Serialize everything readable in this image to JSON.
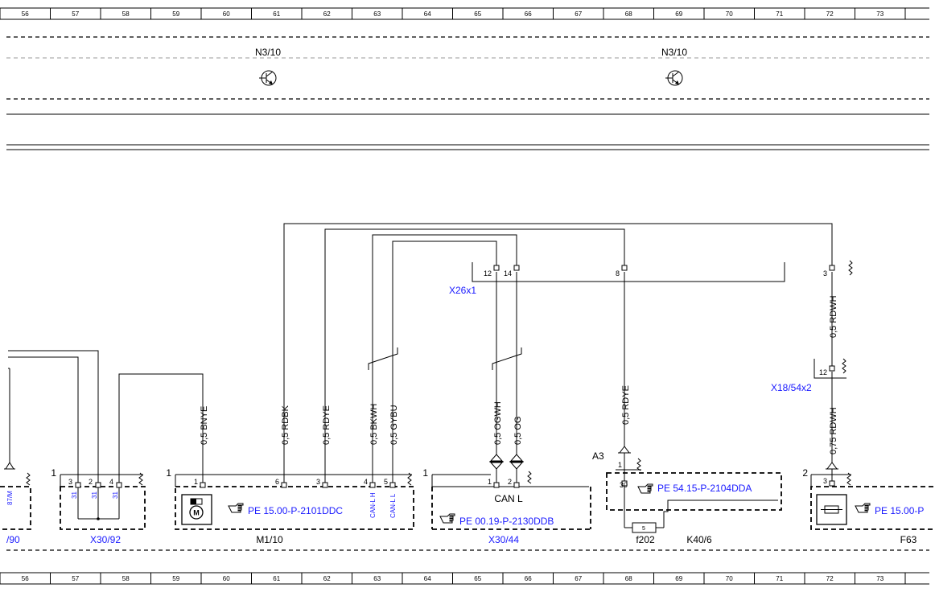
{
  "grid": {
    "columns": [
      "56",
      "57",
      "58",
      "59",
      "60",
      "61",
      "62",
      "63",
      "64",
      "65",
      "66",
      "67",
      "68",
      "69",
      "70",
      "71",
      "72",
      "73"
    ]
  },
  "top_modules": [
    "N3/10",
    "N3/10"
  ],
  "connectors": {
    "x26x1": "X26x1",
    "x18_54x2": "X18/54x2",
    "a3": "A3"
  },
  "wires": [
    "0,5 BNYE",
    "0,5 RDBK",
    "0,5 RDYE",
    "0,5 BKWH",
    "0,5 GYBU",
    "0,5 OGWH",
    "0,5 OG",
    "0,5 RDYE",
    "0,5 RDWH",
    "0,75 RDWH"
  ],
  "pins": {
    "x26_12": "12",
    "x26_14": "14",
    "x26_8": "8",
    "x26_3": "3",
    "x18_12": "12",
    "x3092_3": "3",
    "x3092_2": "2",
    "x3092_4": "4",
    "x3092_31a": "31",
    "x3092_31b": "31",
    "x3092_31c": "31",
    "m110_1": "1",
    "m110_6": "6",
    "m110_3": "3",
    "m110_4": "4",
    "m110_5": "5",
    "canh": "CAN-L H",
    "canl": "CAN-L L",
    "x3044_1": "1",
    "x3044_2": "2",
    "k406_1": "1",
    "k406_30": "30",
    "f63_3": "3",
    "fuse_5": "5",
    "left_87": "87/M"
  },
  "components": {
    "x30_90": "/90",
    "x30_92": "X30/92",
    "m1_10": "M1/10",
    "x30_44": "X30/44",
    "can_l": "CAN L",
    "f202": "f202",
    "k40_6": "K40/6",
    "f63": "F63",
    "box_idx_x3092": "1",
    "box_idx_m110": "1",
    "box_idx_x3044": "1",
    "box_idx_f63": "2"
  },
  "references": {
    "m1_10": "PE 15.00-P-2101DDC",
    "x30_44": "PE 00.19-P-2130DDB",
    "k40_6": "PE 54.15-P-2104DDA",
    "f63": "PE 15.00-P"
  },
  "colors": {
    "reference_link": "#1a1aff",
    "line": "#000000"
  },
  "icons": [
    "motor-icon",
    "hand-pointer-icon",
    "fuse-icon",
    "transistor-icon",
    "ground-arrow-icon"
  ]
}
